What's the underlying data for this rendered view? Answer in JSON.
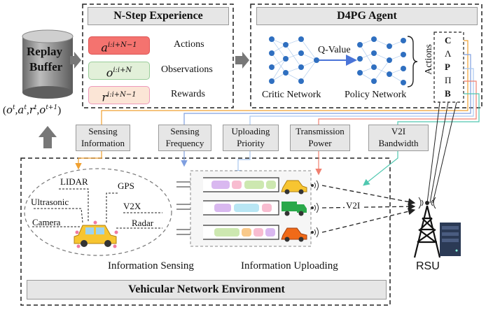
{
  "nstep": {
    "title": "N-Step Experience",
    "actions_label": "Actions",
    "observations_label": "Observations",
    "rewards_label": "Rewards",
    "a_sym": "a",
    "a_sup": "i:i+N−1",
    "o_sym": "o",
    "o_sup": "i:i+N",
    "r_sym": "r",
    "r_sup": "i:i+N−1",
    "colors": {
      "actions": "#f4736f",
      "observations": "#e2f0d9",
      "rewards": "#fbe5d6"
    }
  },
  "replay": {
    "line1": "Replay",
    "line2": "Buffer",
    "tuple": "(o^t, a^t, r^t, o^t+1)",
    "tuple_parts": {
      "o": "o",
      "t": "t",
      "a": "a",
      "r": "r",
      "t1": "t+1"
    }
  },
  "agent": {
    "title": "D4PG Agent",
    "qvalue": "Q-Value",
    "critic": "Critic Network",
    "policy": "Policy Network",
    "actions_vertical": "Actions",
    "action_items": [
      "C",
      "Λ",
      "P",
      "Π",
      "B"
    ]
  },
  "params": [
    {
      "line1": "Sensing",
      "line2": "Information",
      "color": "#f0a030"
    },
    {
      "line1": "Sensing",
      "line2": "Frequency",
      "color": "#7f9fe0"
    },
    {
      "line1": "Uploading",
      "line2": "Priority",
      "color": "#a9c8f0"
    },
    {
      "line1": "Transmission",
      "line2": "Power",
      "color": "#f08070"
    },
    {
      "line1": "V2I",
      "line2": "Bandwidth",
      "color": "#50c8b0"
    }
  ],
  "sensors": {
    "lidar": "LIDAR",
    "gps": "GPS",
    "ultrasonic": "Ultrasonic",
    "v2x": "V2X",
    "camera": "Camera",
    "radar": "Radar"
  },
  "env": {
    "info_sensing": "Information Sensing",
    "info_uploading": "Information Uploading",
    "rsu": "RSU",
    "v2i": "V2I",
    "title": "Vehicular Network Environment"
  }
}
